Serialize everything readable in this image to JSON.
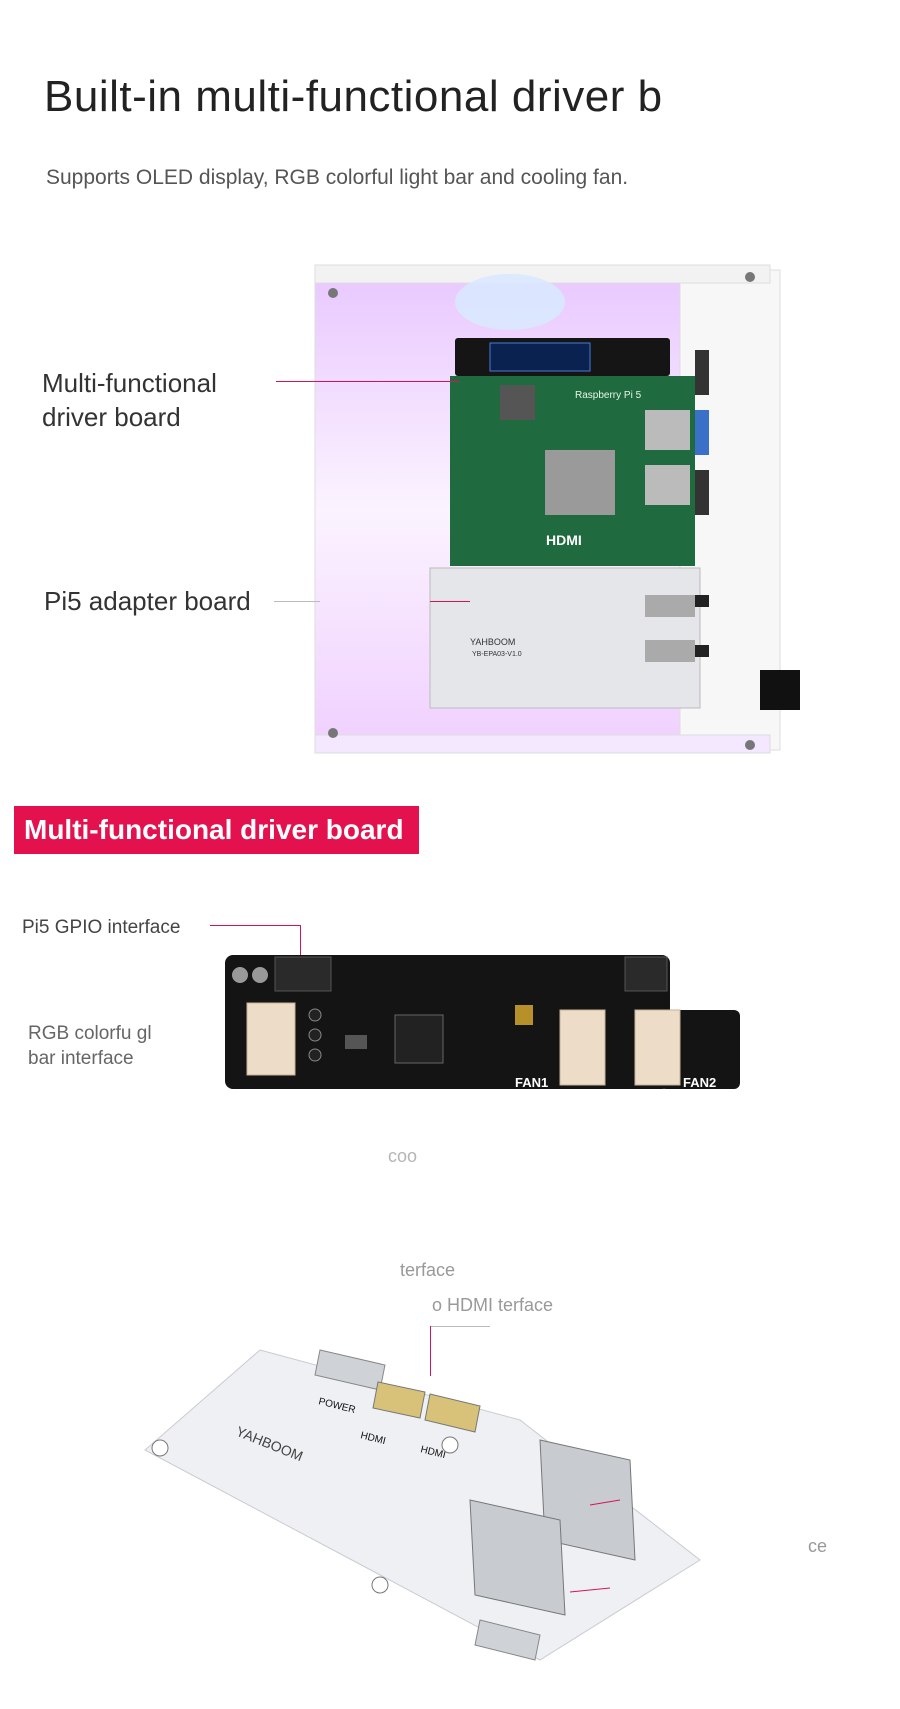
{
  "header": {
    "title": "Built-in multi-functional driver b",
    "subtitle": "Supports OLED display, RGB colorful light bar and cooling fan."
  },
  "case_callouts": {
    "driver_board_line1": "Multi-functional",
    "driver_board_line2": "driver board",
    "adapter_board": "Pi5 adapter board"
  },
  "board_section": {
    "banner": "Multi-functional driver board",
    "gpio_label": "Pi5 GPIO interface",
    "rgb_label_line1": "RGB colorfu   gl",
    "rgb_label_line2": "bar interface",
    "faint_label": "coo",
    "fan1_label": "FAN1",
    "fan2_label": "FAN2"
  },
  "adapter_section": {
    "faint_label_1": "terface",
    "faint_label_2": "o HDMI   terface",
    "faint_label_3": "ce",
    "power_label": "POWER",
    "hdmi_label": "HDMI",
    "brand": "YAHBOOM"
  },
  "pcb_marks": {
    "pi_label": "Raspberry Pi 5",
    "hdmi_text": "HDMI",
    "brand": "YAHBOOM",
    "model": "YB-EPA03-V1.0"
  },
  "colors": {
    "accent": "#e3124f",
    "pcb_green": "#1f6a3e",
    "pcb_black": "#141414"
  }
}
